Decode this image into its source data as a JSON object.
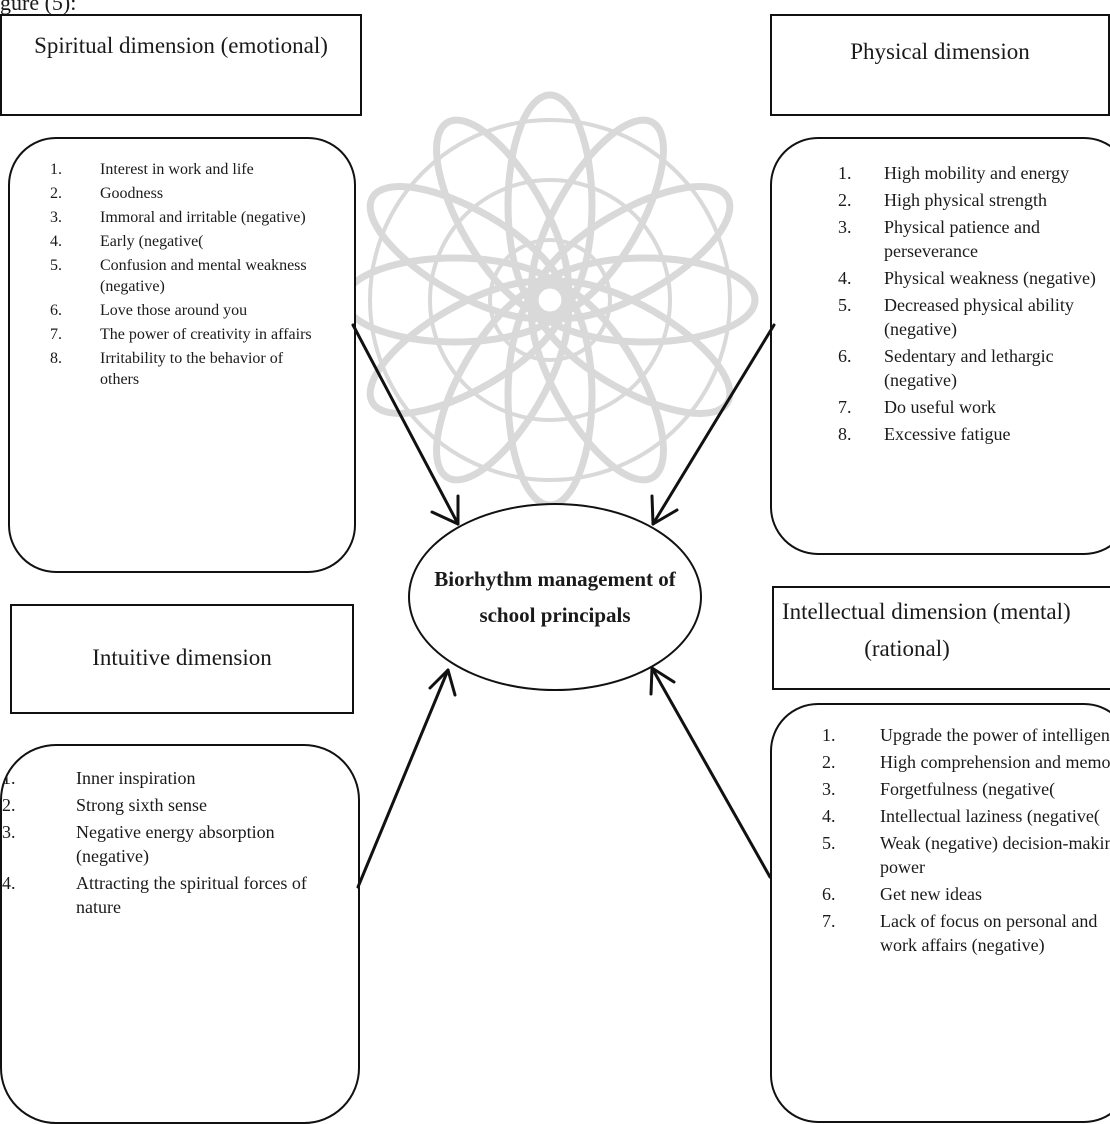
{
  "top_fragment": "gure (5):",
  "center": {
    "title": "Biorhythm management of school principals"
  },
  "dimensions": {
    "spiritual": {
      "title": "Spiritual dimension (emotional)",
      "items": [
        "Interest in work and life",
        "Goodness",
        "Immoral and irritable (negative)",
        "Early (negative(",
        "Confusion and mental weakness (negative)",
        "Love those around you",
        "The power of creativity in affairs",
        "Irritability to the behavior of others"
      ]
    },
    "physical": {
      "title": "Physical dimension",
      "items": [
        "High mobility and energy",
        "High physical strength",
        "Physical patience and perseverance",
        "Physical weakness (negative)",
        "Decreased physical ability (negative)",
        "Sedentary and lethargic (negative)",
        "Do useful work",
        "Excessive fatigue"
      ]
    },
    "intuitive": {
      "title": "Intuitive dimension",
      "items": [
        "Inner inspiration",
        "Strong sixth sense",
        "Negative energy absorption (negative)",
        "Attracting the spiritual forces of nature"
      ]
    },
    "intellectual": {
      "title_line1": "Intellectual dimension (mental)",
      "title_line2": "(rational)",
      "items": [
        "Upgrade the power of intelligence",
        "High comprehension and memory",
        "Forgetfulness (negative(",
        "Intellectual laziness (negative(",
        "Weak (negative) decision-making power",
        "Get new ideas",
        "Lack of focus on personal and work affairs (negative)"
      ]
    }
  },
  "colors": {
    "stroke": "#111111",
    "watermark": "#d9d9d9"
  }
}
